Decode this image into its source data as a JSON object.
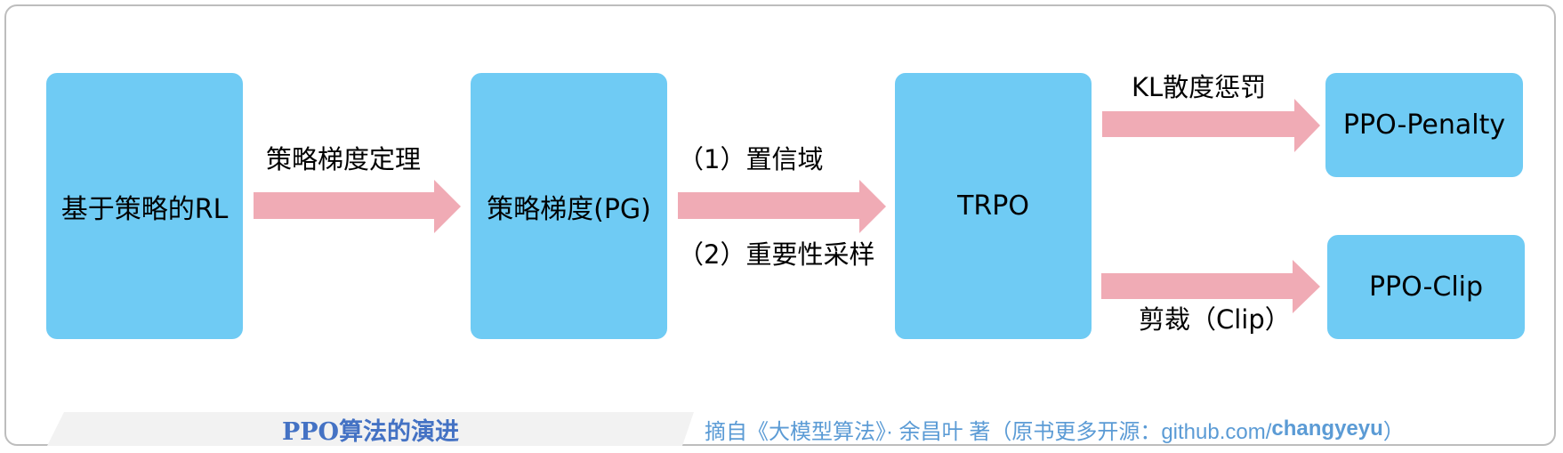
{
  "diagram": {
    "nodes": [
      {
        "id": "policy-based-rl",
        "label": "基于策略的RL"
      },
      {
        "id": "policy-gradient",
        "label": "策略梯度(PG)"
      },
      {
        "id": "trpo",
        "label": "TRPO"
      },
      {
        "id": "ppo-penalty",
        "label": "PPO-Penalty"
      },
      {
        "id": "ppo-clip",
        "label": "PPO-Clip"
      }
    ],
    "edges": [
      {
        "from": "policy-based-rl",
        "to": "policy-gradient",
        "labels": [
          "策略梯度定理"
        ]
      },
      {
        "from": "policy-gradient",
        "to": "trpo",
        "labels": [
          "（1）置信域",
          "（2）重要性采样"
        ]
      },
      {
        "from": "trpo",
        "to": "ppo-penalty",
        "labels": [
          "KL散度惩罚"
        ]
      },
      {
        "from": "trpo",
        "to": "ppo-clip",
        "labels": [
          "剪裁（Clip）"
        ]
      }
    ]
  },
  "footer": {
    "title": "PPO算法的演进",
    "source_prefix": "摘自《大模型算法》· 余昌叶 著（原书更多开源：github.com/",
    "source_bold": "changyeyu",
    "source_suffix": "）"
  },
  "colors": {
    "box": "#6fcbf4",
    "arrow": "#f0abb5",
    "title": "#4472c4",
    "source": "#5b9bd5",
    "banner": "#f2f2f2",
    "frame": "#bdbdbd"
  }
}
